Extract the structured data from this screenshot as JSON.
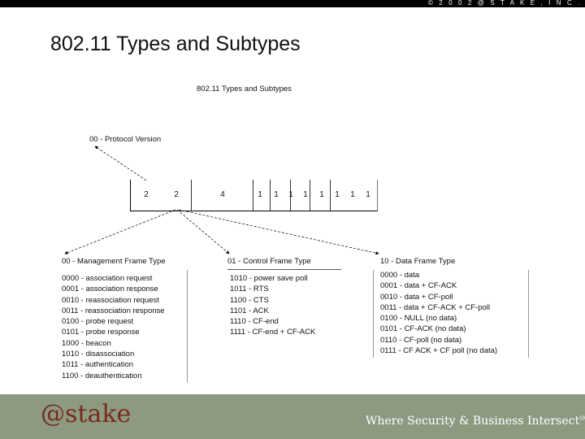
{
  "header": {
    "copyright": "© 2 0 0 2 @ S T A K E , I N C .",
    "title": "802.11 Types and Subtypes"
  },
  "figure": {
    "title": "802.11 Types and Subtypes",
    "protocol_version_label": "00 - Protocol Version",
    "field_sizes": [
      "2",
      "2",
      "4",
      "1",
      "1",
      "1",
      "1",
      "1",
      "1",
      "1",
      "1"
    ],
    "management": {
      "heading": "00 - Management Frame Type",
      "subtypes": [
        "0000 - association request",
        "0001 - association response",
        "0010 - reassociation request",
        "0011 - reassociation response",
        "0100 - probe request",
        "0101 - probe response",
        "1000 - beacon",
        "1010 - disassociation",
        "1011 - authentication",
        "1100 - deauthentication"
      ]
    },
    "control": {
      "heading": "01 - Control Frame Type",
      "subtypes": [
        "1010 - power save poll",
        "1011 - RTS",
        "1100 - CTS",
        "1101 - ACK",
        "1110 - CF-end",
        "1111 - CF-end + CF-ACK"
      ]
    },
    "data": {
      "heading": "10 - Data Frame Type",
      "subtypes": [
        "0000 - data",
        "0001 - data + CF-ACK",
        "0010 - data + CF-poll",
        "0011 - data + CF-ACK + CF-poll",
        "0100 - NULL (no data)",
        "0101 - CF-ACK (no data)",
        "0110 - CF-poll (no data)",
        "0111 - CF ACK + CF poll (no data)"
      ]
    }
  },
  "footer": {
    "logo": "@stake",
    "tagline": "Where Security & Business Intersect",
    "tagline_mark": "SM",
    "bg_color": "#8c9a82",
    "logo_color": "#7a2a1c"
  }
}
